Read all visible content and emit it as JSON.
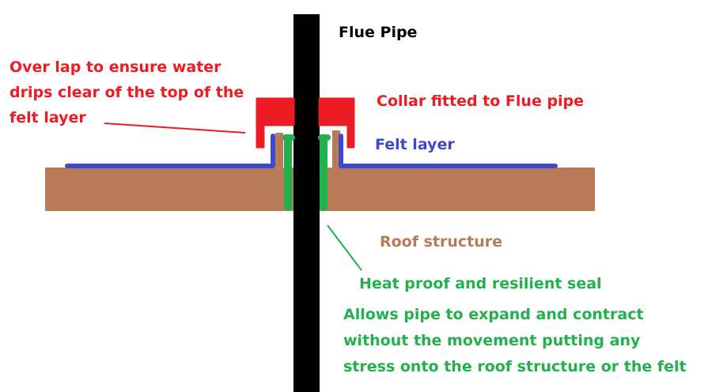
{
  "title": "Flue Pipe",
  "colors": {
    "pipe": "#000000",
    "collar": "#ed1c24",
    "felt": "#3f48cc",
    "roof": "#b97a57",
    "seal": "#22b14c",
    "text_red": "#ed1c24",
    "text_blue": "#3f48cc",
    "text_brown": "#b97a57",
    "text_green": "#22b14c"
  },
  "labels": {
    "flue_pipe": "Flue Pipe",
    "overlap_line1": "Over lap to ensure water",
    "overlap_line2": "drips clear of the top of the",
    "overlap_line3": "felt layer",
    "collar": "Collar fitted to Flue pipe",
    "felt": "Felt layer",
    "roof": "Roof structure",
    "seal": "Heat proof and resilient seal",
    "seal_desc1": "Allows pipe to expand and contract",
    "seal_desc2": "without the movement putting any",
    "seal_desc3": "stress onto the roof structure or the felt"
  }
}
